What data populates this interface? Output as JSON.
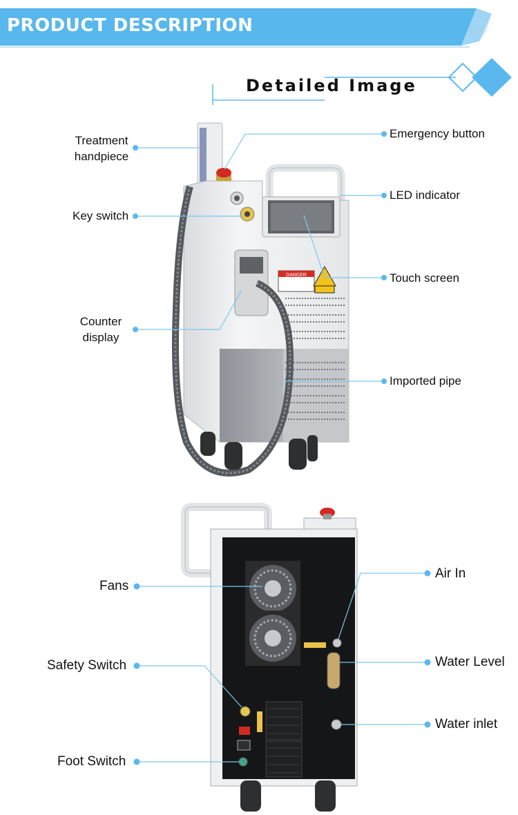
{
  "banner": {
    "title": "PRODUCT DESCRIPTION"
  },
  "section": {
    "title": "Detailed Image"
  },
  "front_callouts": {
    "treatment_handpiece": "Treatment\nhandpiece",
    "key_switch": "Key switch",
    "counter_display": "Counter\ndisplay",
    "emergency_button": "Emergency button",
    "led_indicator": "LED  indicator",
    "touch_screen": "Touch  screen",
    "imported_pipe": "Imported pipe"
  },
  "rear_callouts": {
    "fans": "Fans",
    "safety_switch": "Safety Switch",
    "foot_switch": "Foot Switch",
    "air_in": "Air In",
    "water_level": "Water Level",
    "water_inlet": "Water inlet"
  },
  "device": {
    "warning_label": "DANGER"
  },
  "colors": {
    "accent": "#5bb8ee",
    "banner": "#58b7ec",
    "leader": "#7ec6ee"
  }
}
